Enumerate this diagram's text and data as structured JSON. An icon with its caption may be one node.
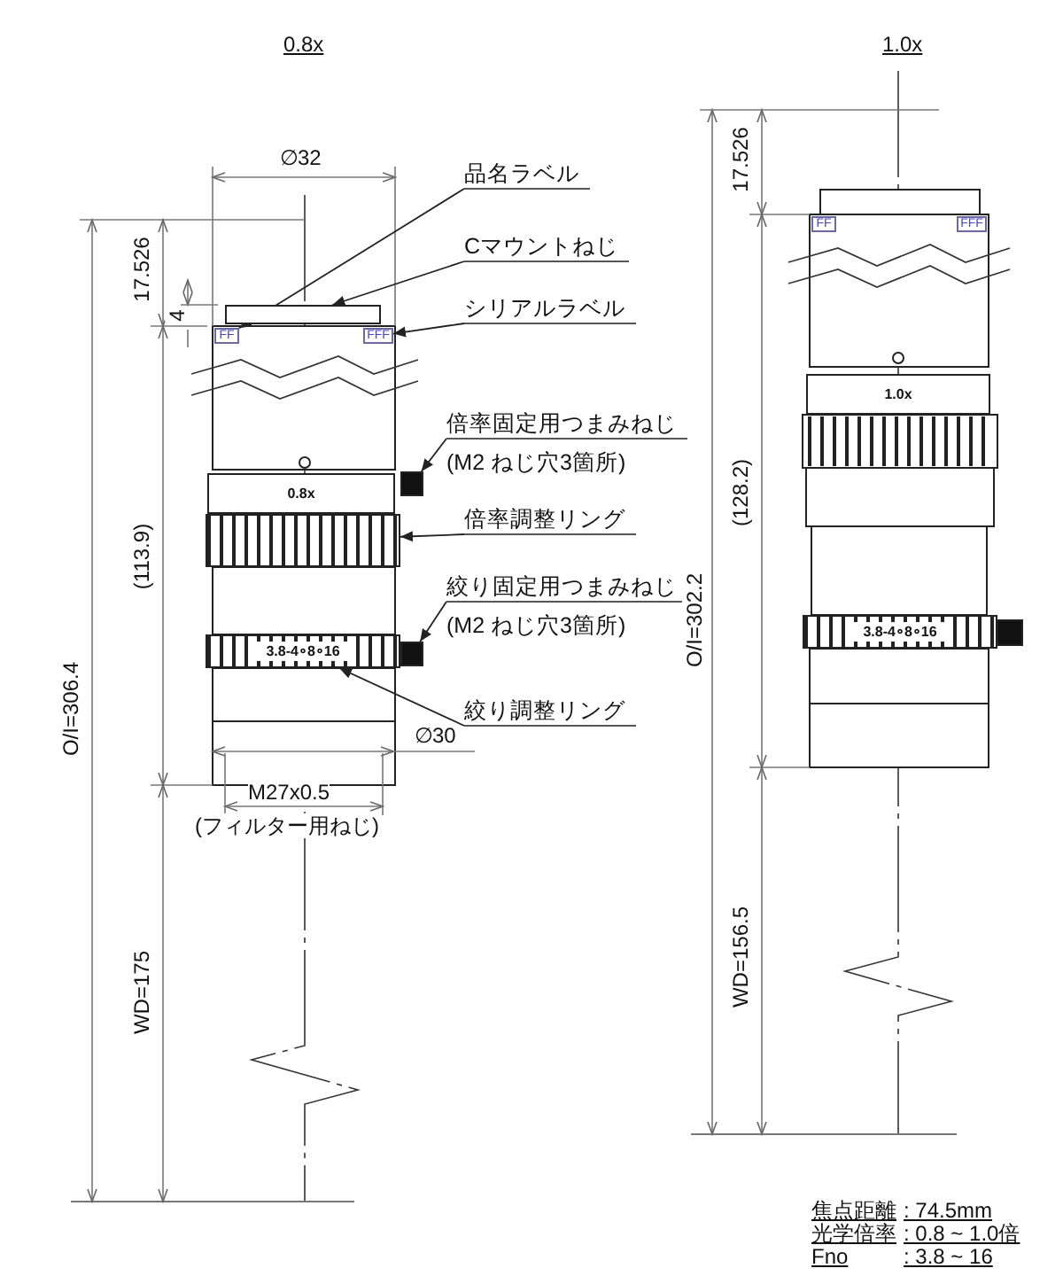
{
  "diagram": {
    "nodes": [
      {
        "text": [
          "品名ラベル"
        ]
      },
      {
        "text": [
          "Cマウントねじ"
        ]
      },
      {
        "text": [
          "シリアルラベル"
        ]
      },
      {
        "text": [
          "倍率固定用つまみねじ",
          "(M2 ねじ穴3箇所)"
        ]
      },
      {
        "text": [
          "倍率調整リング"
        ]
      },
      {
        "text": [
          "絞り固定用つまみねじ",
          "(M2 ねじ穴3箇所)"
        ]
      },
      {
        "text": [
          "絞り調整リング"
        ]
      },
      {
        "text": [
          "FF"
        ]
      },
      {
        "text": [],
        "shape": "box"
      },
      {
        "text": [
          "FFF"
        ]
      },
      {
        "text": [],
        "shape": "box"
      },
      {
        "text": [
          "0.8x"
        ]
      },
      {
        "text": [],
        "shape": "box"
      },
      {
        "text": [],
        "shape": "box"
      },
      {
        "text": [
          "3.8-4∘8∘16"
        ]
      },
      {
        "text": [
          "FF"
        ]
      },
      {
        "text": [
          "FFF"
        ]
      },
      {
        "text": [
          "1.0x"
        ]
      },
      {
        "text": [
          "3.8-4∘8∘16"
        ]
      }
    ],
    "edges": [
      {
        "from": 0,
        "to": 7,
        "arrow": "to"
      },
      {
        "from": 1,
        "to": 8,
        "arrow": "to"
      },
      {
        "from": 2,
        "to": 9,
        "arrow": "to"
      },
      {
        "from": 3,
        "to": 10,
        "arrow": "to"
      },
      {
        "from": 4,
        "to": 12,
        "arrow": "to"
      },
      {
        "from": 5,
        "to": 13,
        "arrow": "to"
      },
      {
        "from": 6,
        "to": 14,
        "arrow": "to"
      }
    ],
    "labels": [
      "0.8x",
      "1.0x",
      "∅32",
      "17.526",
      "4",
      "(113.9)",
      "O/I=306.4",
      "∅30",
      "M27x0.5",
      "(フィルター用ねじ)",
      "WD=175",
      "17.526",
      "(128.2)",
      "O/I=302.2",
      "WD=156.5",
      "焦点距離",
      ": 74.5mm",
      "光学倍率",
      ": 0.8 ~ 1.0倍",
      "Fno",
      ": 3.8 ~ 16"
    ]
  }
}
